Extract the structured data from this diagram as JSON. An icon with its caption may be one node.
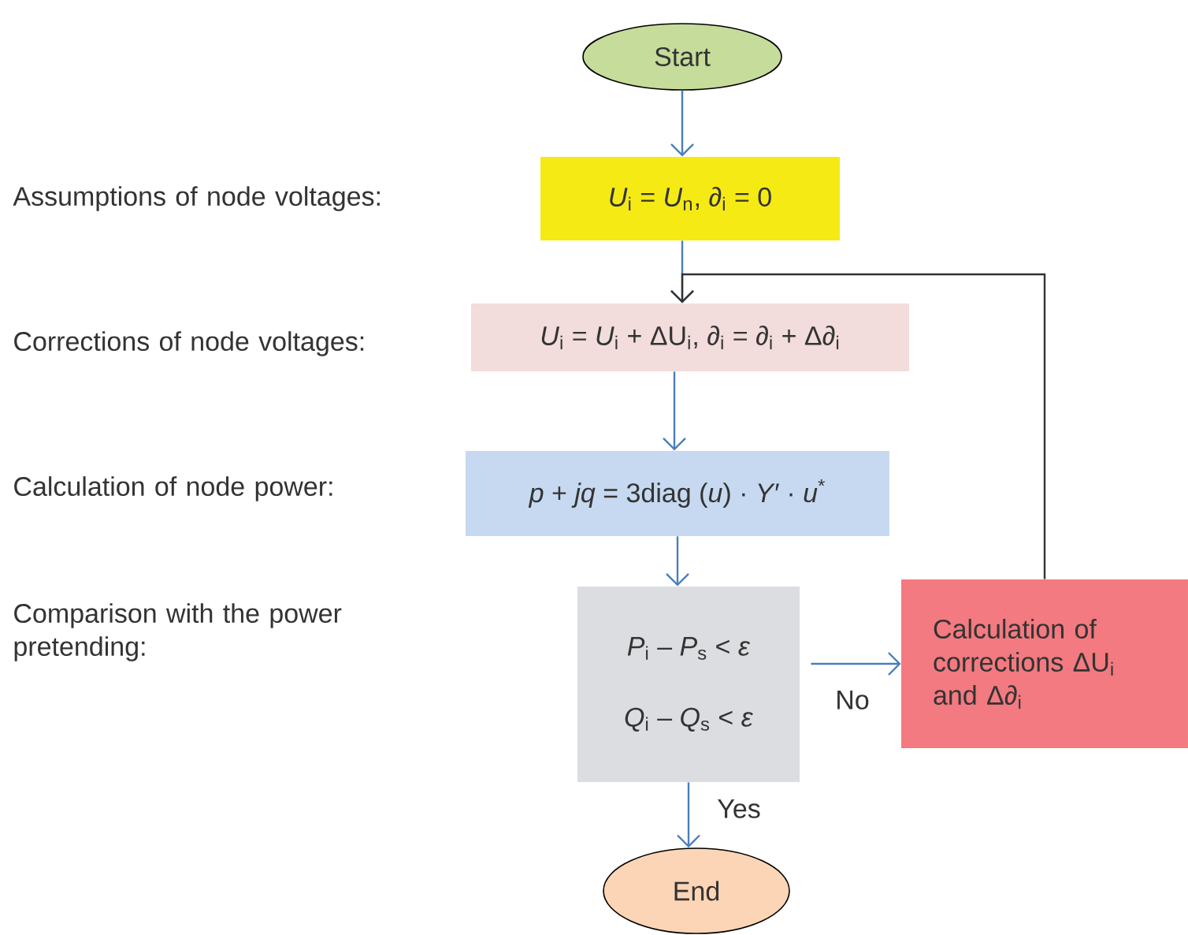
{
  "diagram": {
    "nodes": [
      {
        "text": [
          "Start"
        ]
      },
      {
        "text": [
          "*U*$_{i}$ = *U*$_{n}$, *∂*$_{i}$ = 0"
        ]
      },
      {
        "text": [
          "*U*$_{i}$ = *U*$_{i}$ + ΔU$_{i}$, *∂*$_{i}$ = *∂*$_{i}$ + Δ∂$_{i}$"
        ]
      },
      {
        "text": [
          "*p* + *jq* = 3diag (*u*) · *Y′* · *u*$^{*}$"
        ]
      },
      {
        "text": [
          "*P*$_{i}$ – *P*$_{s}$ < *ε*",
          "*Q*$_{i}$ – *Q*$_{s}$ < *ε*"
        ]
      },
      {
        "text": [
          "Calculation of corrections ΔU$_{i}$ and Δ∂$_{i}$"
        ]
      },
      {
        "text": [
          "End"
        ]
      }
    ],
    "edges": [
      {
        "from": 0,
        "to": 1,
        "arrow": "to"
      },
      {
        "from": 1,
        "to": 2,
        "arrow": "to"
      },
      {
        "from": 2,
        "to": 3,
        "arrow": "to"
      },
      {
        "from": 3,
        "to": 4,
        "arrow": "to"
      },
      {
        "from": 4,
        "to": 5,
        "arrow": "to",
        "label": "No"
      },
      {
        "from": 4,
        "to": 6,
        "arrow": "to",
        "label": "Yes"
      },
      {
        "from": 5,
        "to": 2,
        "arrow": "to",
        "color": "#333333"
      }
    ],
    "labels": [
      "Assumptions of node voltages:",
      "Corrections of node voltages:",
      "Calculation of node power:",
      "Comparison with the power pretending:"
    ]
  }
}
